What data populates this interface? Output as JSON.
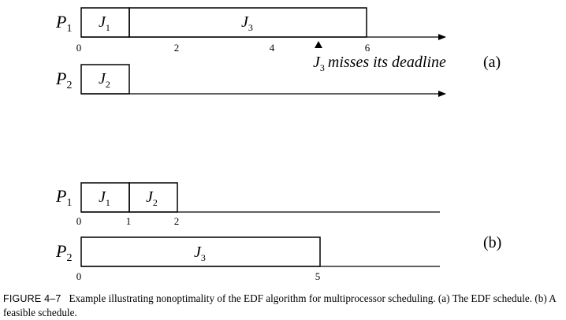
{
  "schedule_a": {
    "proc1_label": "P",
    "proc1_sub": "1",
    "proc2_label": "P",
    "proc2_sub": "2",
    "job_a1": "J",
    "job_a1_sub": "1",
    "job_a3": "J",
    "job_a3_sub": "3",
    "job_a2": "J",
    "job_a2_sub": "2",
    "ticks": [
      "0",
      "2",
      "4",
      "6"
    ],
    "miss_job": "J",
    "miss_sub": "3",
    "miss_text": "misses its deadline",
    "tag": "(a)"
  },
  "schedule_b": {
    "proc1_label": "P",
    "proc1_sub": "1",
    "proc2_label": "P",
    "proc2_sub": "2",
    "job_b1": "J",
    "job_b1_sub": "1",
    "job_b2": "J",
    "job_b2_sub": "2",
    "job_b3": "J",
    "job_b3_sub": "3",
    "ticks_p1": [
      "0",
      "1",
      "2"
    ],
    "ticks_p2": [
      "0",
      "5"
    ],
    "tag": "(b)"
  },
  "caption": {
    "figure_label": "FIGURE 4–7",
    "text": "Example illustrating nonoptimality of the EDF algorithm for multiprocessor scheduling. (a) The EDF schedule. (b) A feasible schedule."
  }
}
